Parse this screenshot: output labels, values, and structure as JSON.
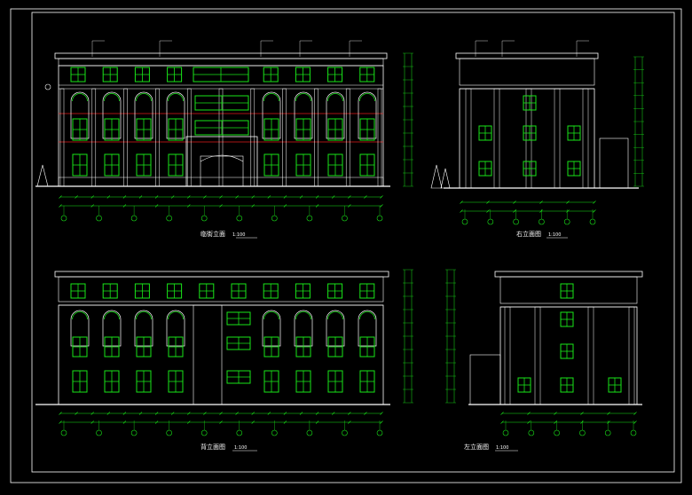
{
  "drawing": {
    "background": "#000000",
    "line_color": "#ffffff",
    "window_color": "#19e619",
    "accent_color": "#e01a1a",
    "dim_color": "#19e619",
    "axis_color": "#19e619"
  },
  "elevations": {
    "front": {
      "title": "临街立面",
      "scale": "1:100",
      "axis_labels": [
        "①",
        "②",
        "③",
        "④",
        "⑤",
        "⑥",
        "⑦",
        "⑧",
        "⑨",
        "⑩"
      ]
    },
    "right": {
      "title": "右立面图",
      "scale": "1:100",
      "axis_labels": [
        "Ⓐ",
        "Ⓑ",
        "Ⓒ",
        "Ⓓ",
        "Ⓔ",
        "Ⓕ"
      ]
    },
    "back": {
      "title": "背立面图",
      "scale": "1:100",
      "axis_labels": [
        "⑩",
        "⑨",
        "⑧",
        "⑦",
        "⑥",
        "⑤",
        "④",
        "③",
        "②",
        "①"
      ]
    },
    "left": {
      "title": "左立面图",
      "scale": "1:100",
      "axis_labels": [
        "Ⓕ",
        "Ⓔ",
        "Ⓓ",
        "Ⓒ",
        "Ⓑ",
        "Ⓐ"
      ]
    }
  }
}
